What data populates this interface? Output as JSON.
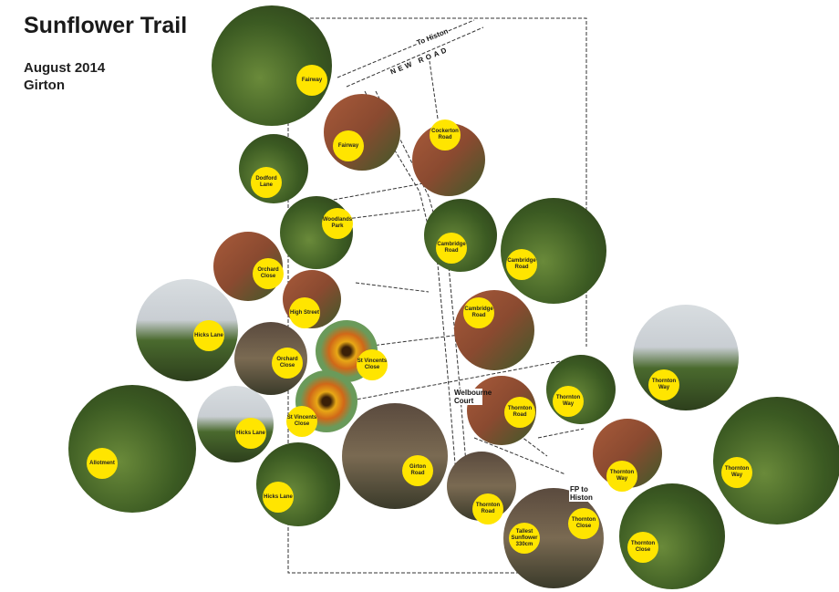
{
  "header": {
    "title": "Sunflower Trail",
    "date": "August 2014",
    "place": "Girton"
  },
  "map_labels": {
    "to_histon": "To Histon",
    "new_road": "NEW ROAD",
    "welbourne": "Welbourne Court",
    "fp": "FP to",
    "fp2": "Histon"
  },
  "locations": [
    {
      "label": "Fairway"
    },
    {
      "label": "Fairway"
    },
    {
      "label": "Cockerton Road"
    },
    {
      "label": "Dodford Lane"
    },
    {
      "label": "Woodlands Park"
    },
    {
      "label": "Cambridge Road"
    },
    {
      "label": "Cambridge Road"
    },
    {
      "label": "Orchard Close"
    },
    {
      "label": "High Street"
    },
    {
      "label": "Cambridge Road"
    },
    {
      "label": "Hicks Lane"
    },
    {
      "label": "Orchard Close"
    },
    {
      "label": "St Vincents Close"
    },
    {
      "label": "Thornton Way"
    },
    {
      "label": "St Vincents Close"
    },
    {
      "label": "Hicks Lane"
    },
    {
      "label": "Thornton Road"
    },
    {
      "label": "Thornton Way"
    },
    {
      "label": "Allotment"
    },
    {
      "label": "Girton Road"
    },
    {
      "label": "Hicks Lane"
    },
    {
      "label": "Thornton Road"
    },
    {
      "label": "Thornton Way"
    },
    {
      "label": "Thornton Way"
    },
    {
      "label": "Tallest Sunflower 330cm"
    },
    {
      "label": "Thornton Close"
    },
    {
      "label": "Thornton Close"
    }
  ]
}
